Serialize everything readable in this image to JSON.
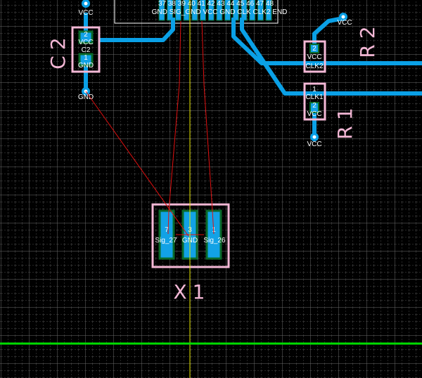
{
  "colors": {
    "background": "#000000",
    "grid": "#5a5a5a",
    "track": "#0aa0e6",
    "silk": "#f4b8d6",
    "ratsnest": "#e01010",
    "origin_y": "#e6e600",
    "board_edge": "#00dd00",
    "pad_copper": "#12a2e6",
    "pad_outline": "#0a6a2a"
  },
  "header": {
    "pin_numbers": "37 38 39 40 41 42 43 44 45 46 47 48",
    "net_names": "GND SIG_GND VCC GND CLK CLK2 END"
  },
  "c2": {
    "designator": "C2",
    "ref": "C2",
    "pad2_num": "2",
    "pad2_net": "VCC",
    "pad1_num": "1",
    "pad1_net": "GND",
    "via_top": "VCC",
    "via_bottom": "GND"
  },
  "r2": {
    "designator": "R2",
    "pad2_num": "2",
    "pad2_net": "VCC",
    "pad1_net": "CLK2",
    "via": "VCC"
  },
  "r1": {
    "designator": "R1",
    "pad1_num": "1",
    "pad1_net": "CLK1",
    "pad2_num": "2",
    "pad2_net": "VCC",
    "via": "VCC"
  },
  "x1": {
    "designator": "X1",
    "pads": [
      {
        "num": "7",
        "net": "Sig_27"
      },
      {
        "num": "3",
        "net": "GND"
      },
      {
        "num": "1",
        "net": "Sig_26"
      }
    ]
  }
}
